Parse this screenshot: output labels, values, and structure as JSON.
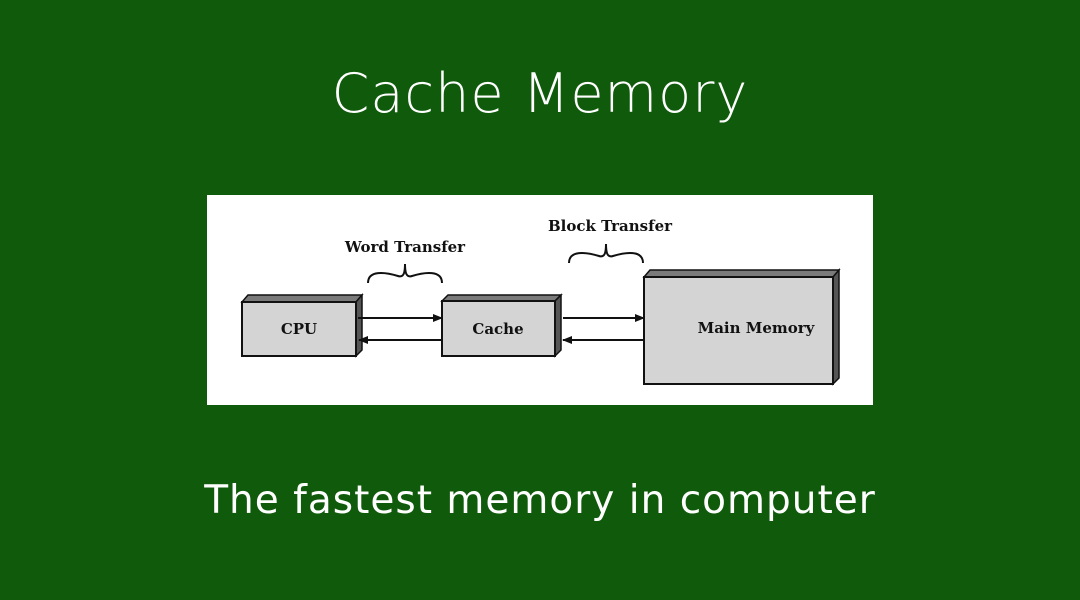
{
  "title": "Cache Memory",
  "subtitle": "The fastest memory in computer",
  "diagram": {
    "nodes": {
      "cpu": "CPU",
      "cache": "Cache",
      "main_memory": "Main Memory"
    },
    "labels": {
      "word_transfer": "Word Transfer",
      "block_transfer": "Block Transfer"
    }
  },
  "colors": {
    "background": "#0f5a0b",
    "box_face": "#d4d4d4",
    "box_top": "#7a7a7a"
  }
}
